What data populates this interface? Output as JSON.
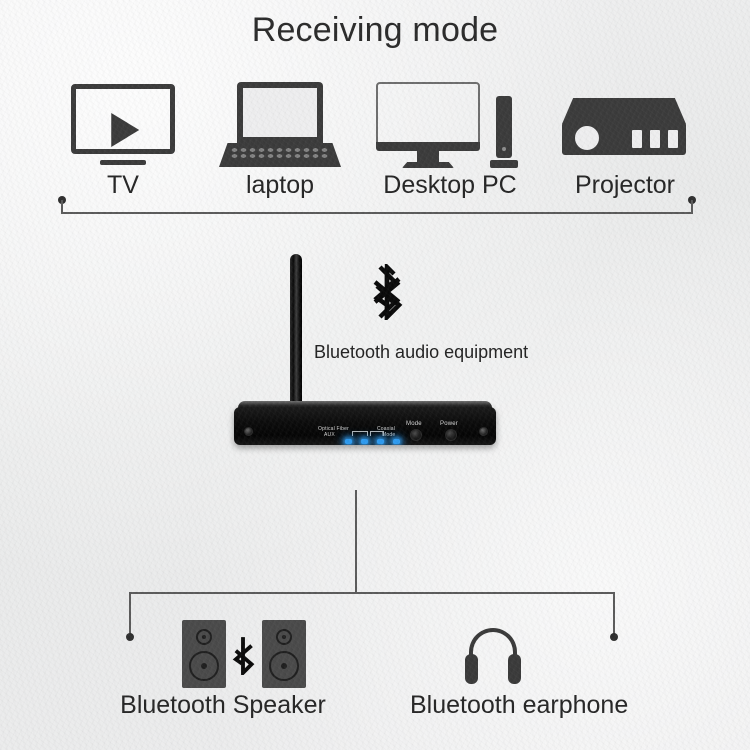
{
  "title": "Receiving mode",
  "colors": {
    "background": "#ededee",
    "icon_dark": "#3b3b3b",
    "text": "#262626",
    "connector": "#5b5b5b",
    "led_blue": "#2e9bf0",
    "device_body": "#0c0c0c",
    "speaker_body": "#4a4a4a"
  },
  "sources": [
    {
      "id": "tv",
      "label": "TV",
      "icon": "tv-icon"
    },
    {
      "id": "laptop",
      "label": "laptop",
      "icon": "laptop-icon"
    },
    {
      "id": "desktop",
      "label": "Desktop PC",
      "icon": "desktop-pc-icon"
    },
    {
      "id": "projector",
      "label": "Projector",
      "icon": "projector-icon"
    }
  ],
  "device": {
    "label": "Bluetooth audio equipment",
    "bluetooth_icon": "bluetooth-icon",
    "antenna": "antenna",
    "panel_labels": {
      "optical_fiber": "Optical Fiber",
      "aux": "AUX",
      "coaxial": "Coaxial",
      "mode_indicator": "Mode",
      "mode_button": "Mode",
      "power_button": "Power"
    },
    "indicator_count": 4,
    "indicator_color": "#2e9bf0"
  },
  "outputs": [
    {
      "id": "speaker",
      "label": "Bluetooth Speaker",
      "icon": "bluetooth-speaker-icon"
    },
    {
      "id": "earphone",
      "label": "Bluetooth earphone",
      "icon": "bluetooth-earphone-icon"
    }
  ]
}
